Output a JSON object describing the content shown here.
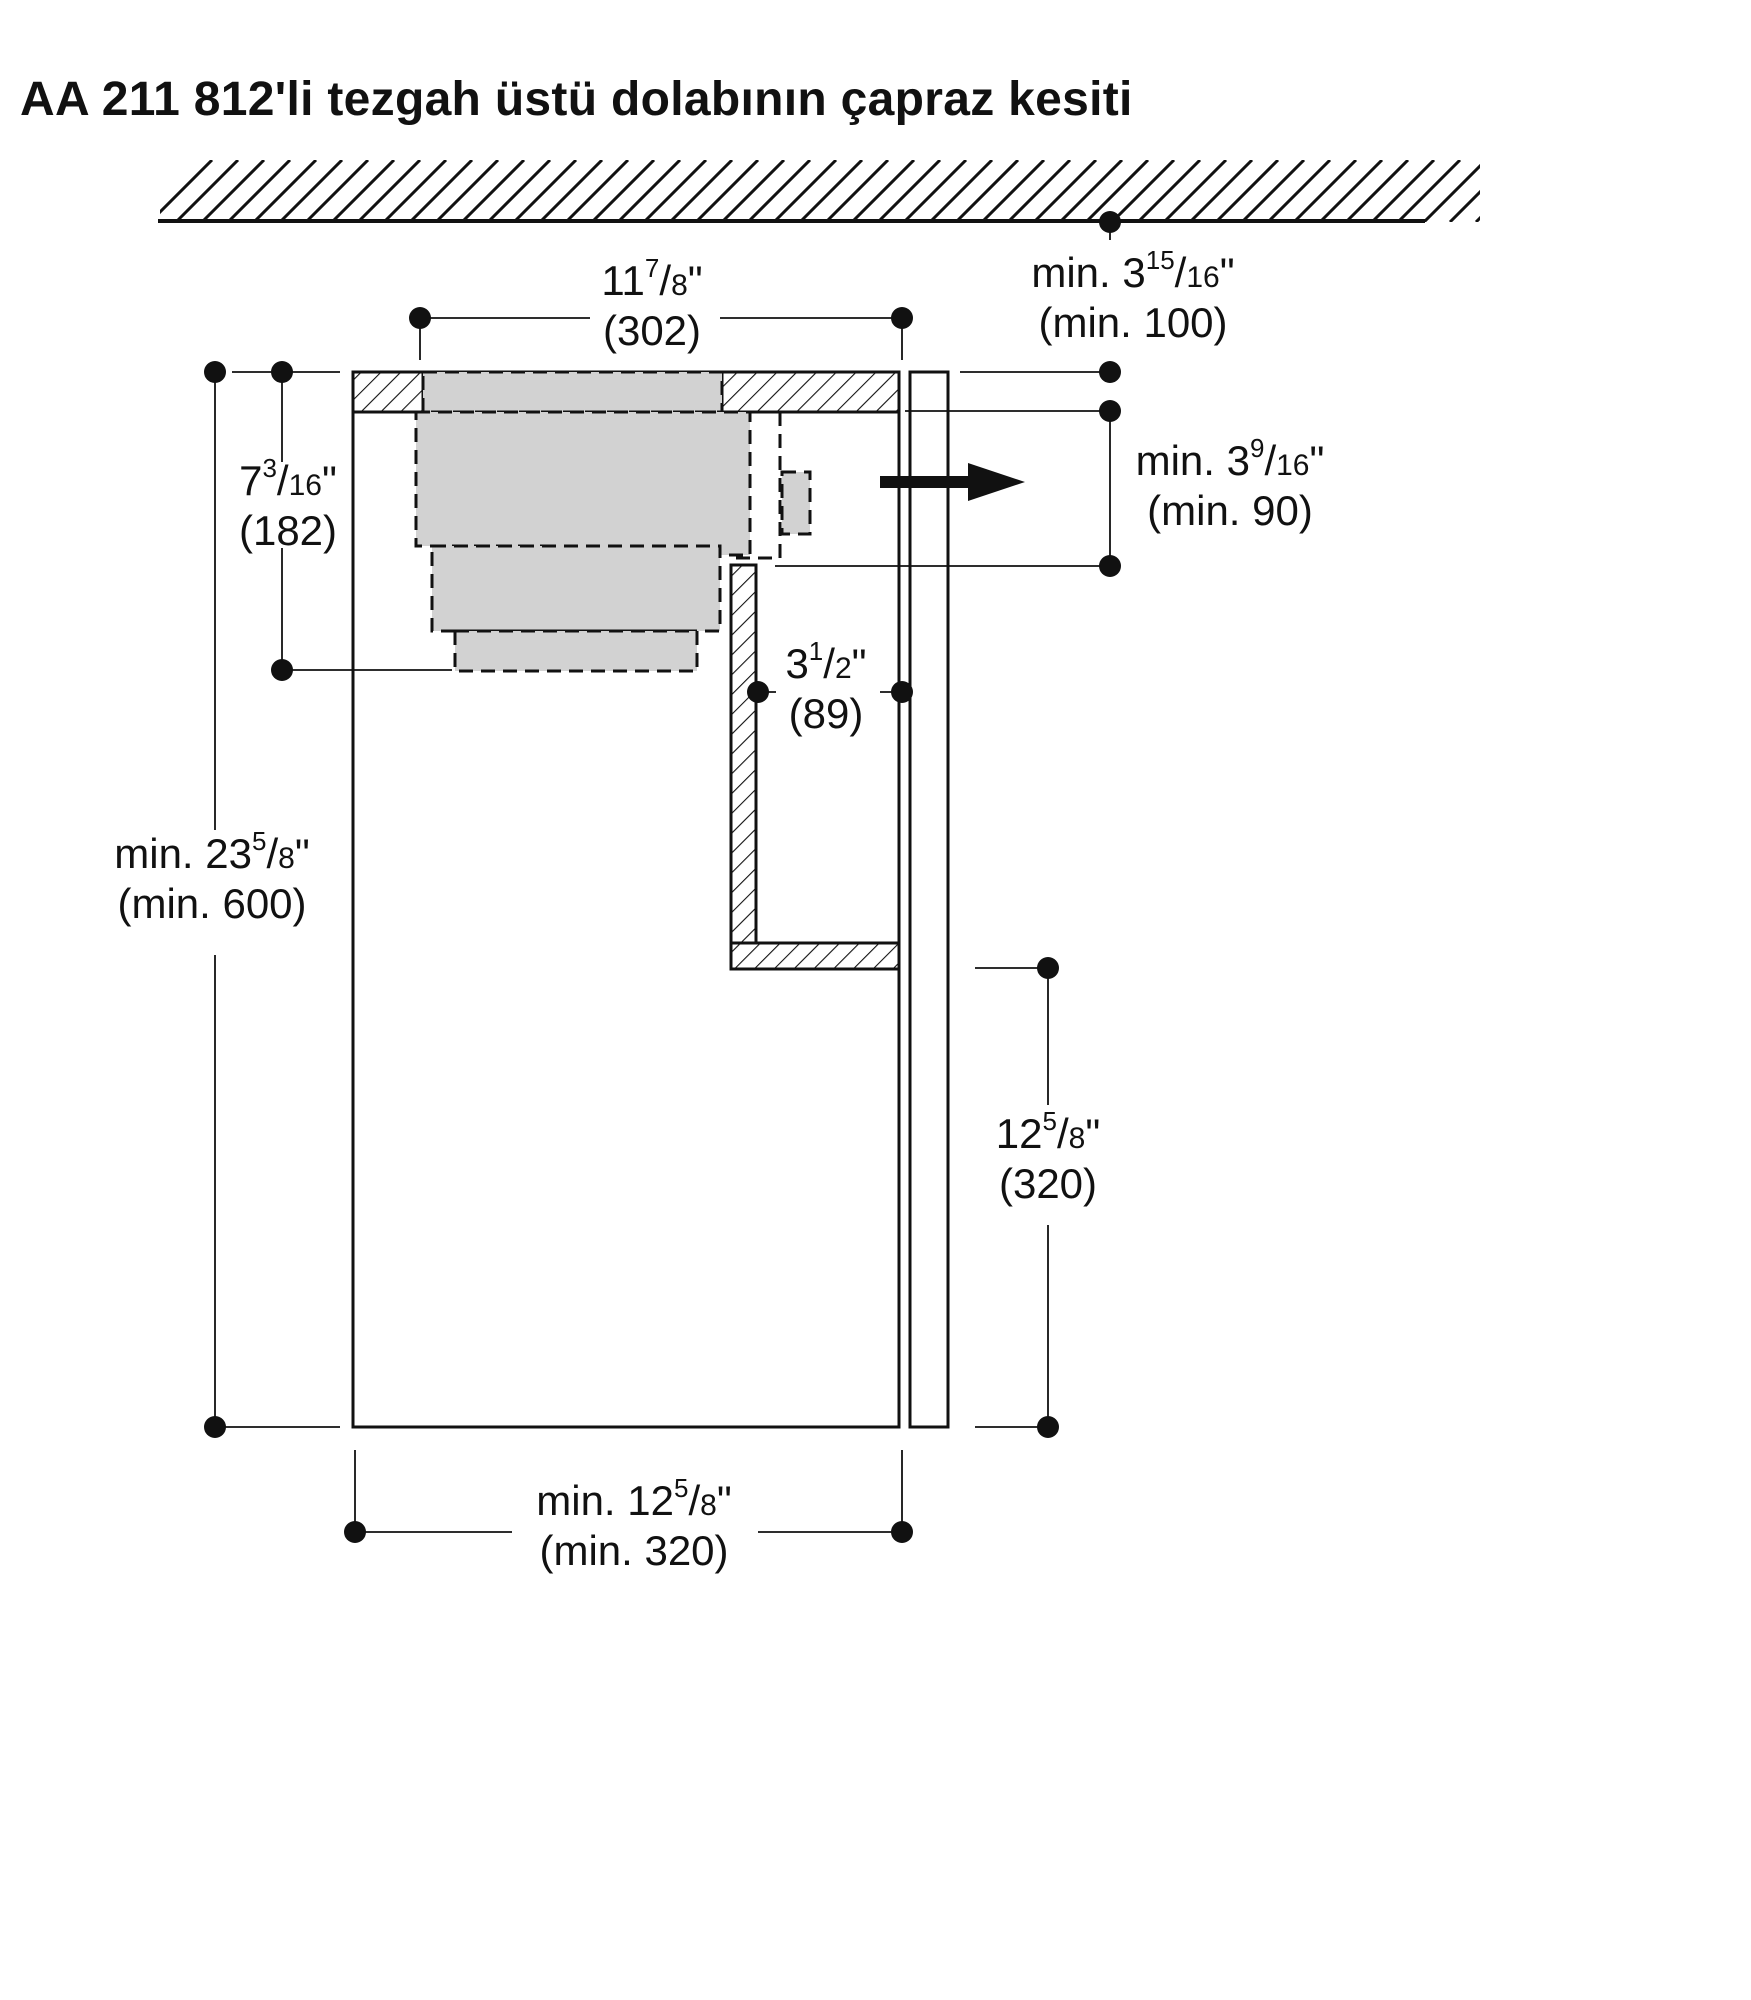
{
  "title": "AA 211 812'li tezgah üstü dolabının çapraz kesiti",
  "dimensions": {
    "width_302": {
      "whole": "11",
      "num": "7",
      "den": "8",
      "prefix": "",
      "metric": "(302)"
    },
    "gap_100": {
      "whole": "3",
      "num": "15",
      "den": "16",
      "prefix": "min. ",
      "metric": "(min. 100)"
    },
    "height_182": {
      "whole": "7",
      "num": "3",
      "den": "16",
      "prefix": "",
      "metric": "(182)"
    },
    "gap_90": {
      "whole": "3",
      "num": "9",
      "den": "16",
      "prefix": "min. ",
      "metric": "(min. 90)"
    },
    "depth_89": {
      "whole": "3",
      "num": "1",
      "den": "2",
      "prefix": "",
      "metric": "(89)"
    },
    "height_600": {
      "whole": "23",
      "num": "5",
      "den": "8",
      "prefix": "min. ",
      "metric": "(min. 600)"
    },
    "height_320": {
      "whole": "12",
      "num": "5",
      "den": "8",
      "prefix": "",
      "metric": "(320)"
    },
    "width_320": {
      "whole": "12",
      "num": "5",
      "den": "8",
      "prefix": "min. ",
      "metric": "(min. 320)"
    }
  },
  "colors": {
    "line": "#111111",
    "device_fill": "#d2d2d2",
    "background": "#ffffff"
  }
}
